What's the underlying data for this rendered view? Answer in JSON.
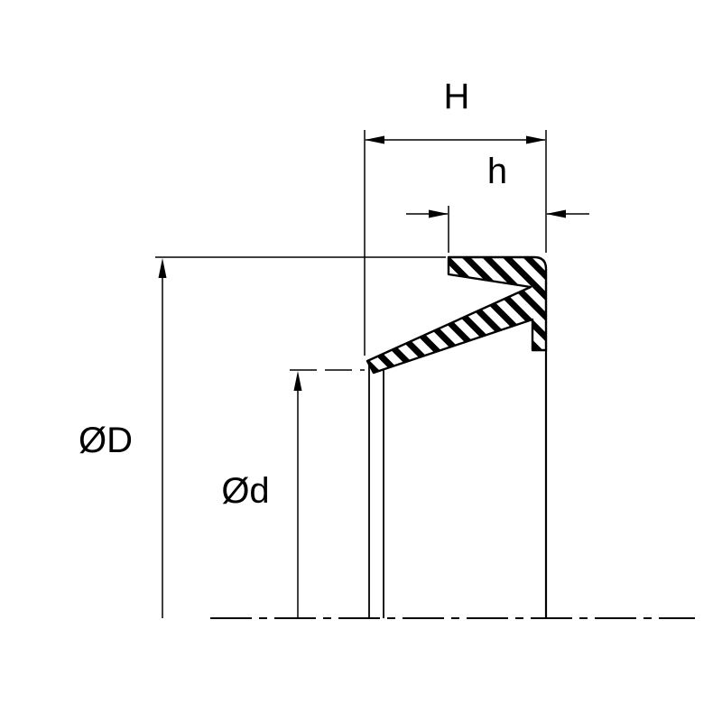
{
  "page": {
    "background": "#ffffff"
  },
  "drawing": {
    "type": "technical-drawing",
    "subject": "wiper seal cross-section with dimension callouts",
    "line_color": "#000000",
    "hatch_color": "#000000",
    "labels": {
      "total_width": "H",
      "lip_width": "h",
      "outer_diameter": "ØD",
      "inner_diameter": "Ød"
    }
  }
}
